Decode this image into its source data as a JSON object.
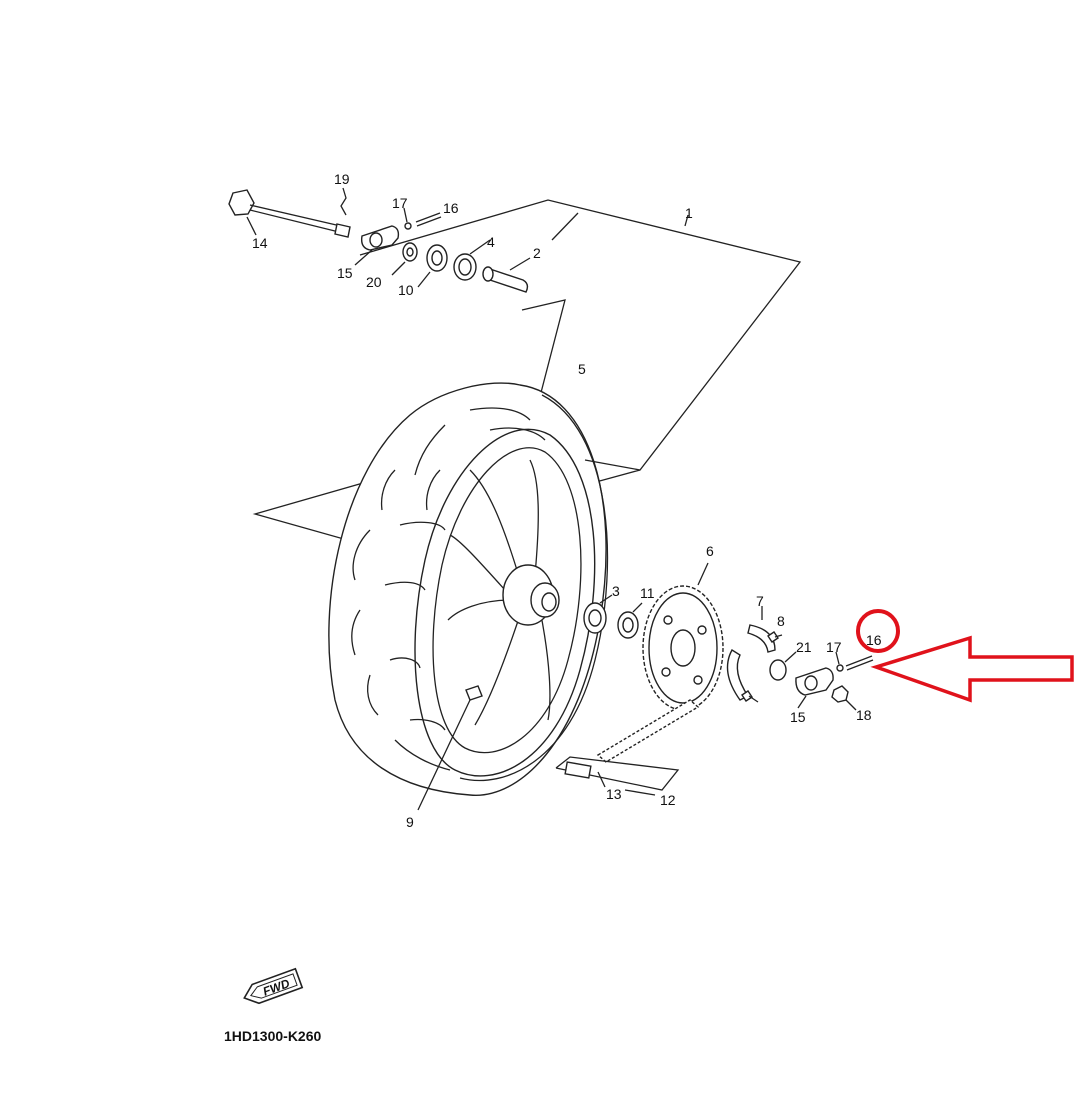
{
  "diagram": {
    "code": "1HD1300-K260",
    "fwd_label": "FWD",
    "callouts": {
      "n1": "1",
      "n2": "2",
      "n3": "3",
      "n4": "4",
      "n5": "5",
      "n6": "6",
      "n7": "7",
      "n8": "8",
      "n9": "9",
      "n10": "10",
      "n11": "11",
      "n12": "12",
      "n13": "13",
      "n14": "14",
      "n15a": "15",
      "n15b": "15",
      "n16a": "16",
      "n16b": "16",
      "n17a": "17",
      "n17b": "17",
      "n18": "18",
      "n19": "19",
      "n20": "20",
      "n21": "21"
    },
    "highlight": {
      "target": "16",
      "color": "#e0121b"
    }
  }
}
